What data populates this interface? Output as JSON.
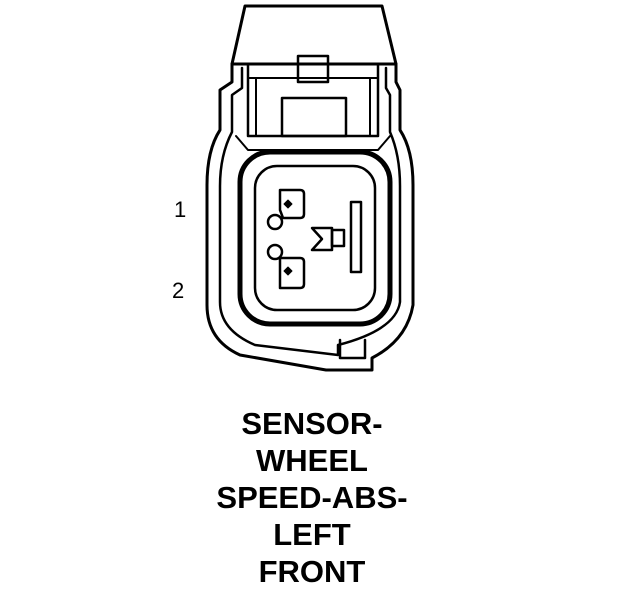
{
  "pins": [
    {
      "number": "1"
    },
    {
      "number": "2"
    }
  ],
  "caption": {
    "lines": [
      "SENSOR-",
      "WHEEL",
      "SPEED-ABS-",
      "LEFT",
      "FRONT"
    ]
  },
  "colors": {
    "ink": "#000000",
    "background": "#ffffff"
  }
}
